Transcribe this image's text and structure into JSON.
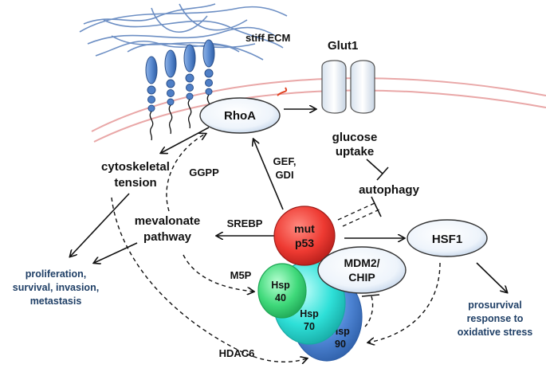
{
  "labels": {
    "stiff_ecm": "stiff ECM",
    "glut1": "Glut1",
    "rhoa": "RhoA",
    "glucose_uptake": [
      "glucose",
      "uptake"
    ],
    "cytoskeletal_tension": [
      "cytoskeletal",
      "tension"
    ],
    "ggpp": "GGPP",
    "gef_gdi": [
      "GEF,",
      "GDI"
    ],
    "autophagy": "autophagy",
    "mevalonate_pathway": [
      "mevalonate",
      "pathway"
    ],
    "srebp": "SREBP",
    "mut_p53": [
      "mut",
      "p53"
    ],
    "hsf1": "HSF1",
    "mdm2_chip": [
      "MDM2/",
      "CHIP"
    ],
    "m5p": "M5P",
    "hsp40": [
      "Hsp",
      "40"
    ],
    "hsp70": [
      "Hsp",
      "70"
    ],
    "hsp90": [
      "Hsp",
      "90"
    ],
    "hdac6": "HDAC6",
    "proliferation": [
      "proliferation,",
      "survival, invasion,",
      "metastasis"
    ],
    "prosurvival": [
      "prosurvival",
      "response to",
      "oxidative stress"
    ]
  },
  "colors": {
    "outcome_text": "#1f3f66",
    "p53_red": "#e8322f",
    "hsp40_green": "#3fd97a",
    "hsp70_cyan": "#2ee0d8",
    "hsp90_blue": "#4f86d6",
    "membrane": "#e9a7a7"
  }
}
